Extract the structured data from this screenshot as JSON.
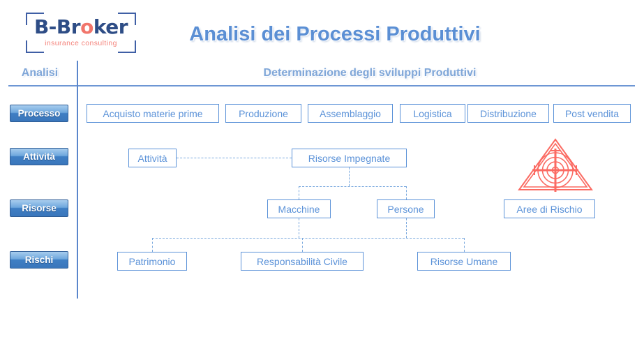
{
  "logo": {
    "word_before": "B-Br",
    "word_dot": "o",
    "word_after": "ker",
    "full_word": "B-Broker",
    "tagline": "insurance consulting"
  },
  "header": {
    "title": "Analisi dei Processi Produttivi",
    "left_column_label": "Analisi",
    "right_column_label": "Determinazione degli sviluppi Produttivi"
  },
  "sidebar": {
    "items": [
      {
        "label": "Processo"
      },
      {
        "label": "Attività"
      },
      {
        "label": "Risorse"
      },
      {
        "label": "Rischi"
      }
    ]
  },
  "diagram": {
    "process_row": [
      {
        "label": "Acquisto materie prime"
      },
      {
        "label": "Produzione"
      },
      {
        "label": "Assemblaggio"
      },
      {
        "label": "Logistica"
      },
      {
        "label": "Distribuzione"
      },
      {
        "label": "Post vendita"
      }
    ],
    "activity_row": [
      {
        "label": "Attività"
      },
      {
        "label": "Risorse Impegnate"
      }
    ],
    "resource_row": [
      {
        "label": "Macchine"
      },
      {
        "label": "Persone"
      }
    ],
    "risk_row": [
      {
        "label": "Patrimonio"
      },
      {
        "label": "Responsabilità Civile"
      },
      {
        "label": "Risorse Umane"
      }
    ],
    "risk_area": {
      "label": "Aree di Rischio"
    },
    "risk_icon_name": "risk-target-triangle-icon"
  },
  "colors": {
    "node_border": "#5b92d8",
    "node_text": "#5b92d8",
    "connector": "#79a8de",
    "title_blue": "#5b8fd4",
    "sidebar_btn_top": "#a8cdee",
    "sidebar_btn_bottom": "#3a76bb",
    "rule_blue": "#6d96d4",
    "logo_navy": "#2e4d86",
    "logo_salmon": "#f4827a",
    "risk_red": "#fb6b63"
  }
}
